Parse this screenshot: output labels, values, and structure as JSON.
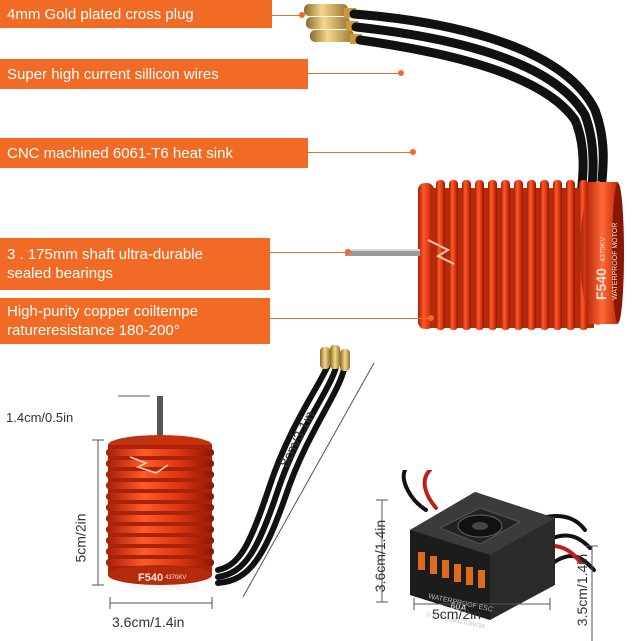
{
  "callouts": [
    {
      "id": "plug",
      "lines": [
        "4mm Gold plated cross plug"
      ]
    },
    {
      "id": "wires",
      "lines": [
        "Super high current sillicon wires"
      ]
    },
    {
      "id": "heatsink",
      "lines": [
        "CNC machined 6061-T6 heat sink"
      ]
    },
    {
      "id": "shaft",
      "lines": [
        "3 . 175mm shaft ultra-durable",
        "sealed bearings"
      ]
    },
    {
      "id": "copper",
      "lines": [
        "High-purity copper coiltempe",
        "ratureresistance 180-200°"
      ]
    }
  ],
  "motor_label": {
    "model": "F540",
    "kv": "4370KV",
    "sub": "WATERPROOF MOTOR"
  },
  "esc_label": {
    "line1": "WATERPROOF ESC",
    "amps": "60A",
    "line3": "2-3Li-Po BEC:5.8V/3A"
  },
  "dimensions": {
    "shaft_length": "1.4cm/0.5in",
    "motor_height": "5cm/2in",
    "motor_width": "3.6cm/1.4in",
    "wire_length": "8cm/3.1in",
    "esc_height": "3.6cm/1.4in",
    "esc_width": "5cm/2in",
    "esc_depth": "3.5cm/1.4in"
  },
  "colors": {
    "accent": "#f26b25",
    "motor_red": "#e03a12",
    "wire": "#111111",
    "gold": "#d4a84a"
  }
}
